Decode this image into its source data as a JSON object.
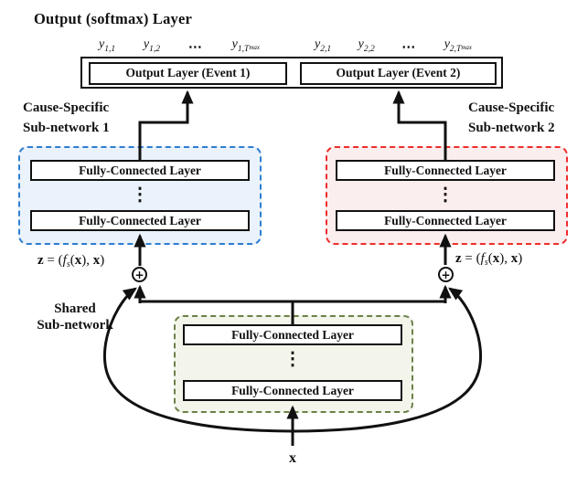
{
  "title": "Output (softmax) Layer",
  "colors": {
    "line": "#111111",
    "subnet1_border": "#2e7ed0",
    "subnet1_fill": "#eaf2fb",
    "subnet2_border": "#ee2d2d",
    "subnet2_fill": "#fbeeee",
    "shared_border": "#6d8049",
    "shared_fill": "#f3f5eb"
  },
  "output_layer": {
    "event1_label": "Output Layer (Event 1)",
    "event2_label": "Output Layer (Event 2)"
  },
  "y_labels": {
    "g1": {
      "l1": {
        "base": "y",
        "sub": "1,1"
      },
      "l2": {
        "base": "y",
        "sub": "1,2"
      },
      "dots": "⋯",
      "l3": {
        "base": "y",
        "sub": "1,T",
        "subsub": "max"
      }
    },
    "g2": {
      "l1": {
        "base": "y",
        "sub": "2,1"
      },
      "l2": {
        "base": "y",
        "sub": "2,2"
      },
      "dots": "⋯",
      "l3": {
        "base": "y",
        "sub": "2,T",
        "subsub": "max"
      }
    }
  },
  "subnet1": {
    "label_line1": "Cause-Specific",
    "label_line2": "Sub-network 1",
    "fc_top": "Fully-Connected Layer",
    "fc_bottom": "Fully-Connected Layer",
    "dots": "⋮"
  },
  "subnet2": {
    "label_line1": "Cause-Specific",
    "label_line2": "Sub-network 2",
    "fc_top": "Fully-Connected Layer",
    "fc_bottom": "Fully-Connected Layer",
    "dots": "⋮"
  },
  "shared": {
    "label_line1": "Shared",
    "label_line2": "Sub-network",
    "fc_top": "Fully-Connected Layer",
    "fc_bottom": "Fully-Connected Layer",
    "dots": "⋮"
  },
  "z_formula": {
    "z": "z",
    "eq": " = (",
    "f": "f",
    "s": "s",
    "p1": "(",
    "x1": "x",
    "p2": "), ",
    "x2": "x",
    "p3": ")"
  },
  "concat_op": "+",
  "input_label": "x"
}
